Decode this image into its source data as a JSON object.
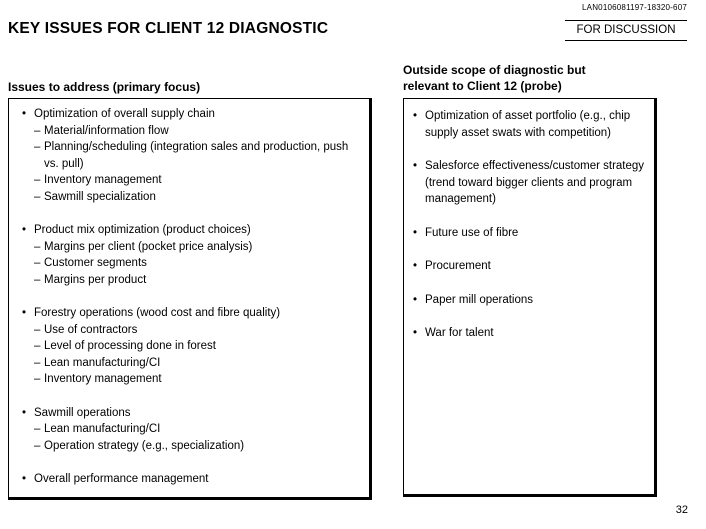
{
  "meta": {
    "doc_id": "LAN0106081197-18320-607",
    "page_number": "32"
  },
  "header": {
    "title": "KEY ISSUES FOR CLIENT 12 DIAGNOSTIC",
    "stamp": "FOR DISCUSSION"
  },
  "glyphs": {
    "bullet": "•",
    "dash": "–"
  },
  "colors": {
    "text": "#000000",
    "background": "#ffffff"
  },
  "columns": {
    "left": {
      "heading": "Issues to address (primary focus)",
      "groups": [
        {
          "title": "Optimization of overall supply chain",
          "subs": [
            "Material/information flow",
            "Planning/scheduling (integration sales and production, push vs. pull)",
            "Inventory management",
            "Sawmill specialization"
          ]
        },
        {
          "title": "Product mix optimization (product choices)",
          "subs": [
            "Margins per client (pocket price analysis)",
            "Customer segments",
            "Margins per product"
          ]
        },
        {
          "title": "Forestry operations (wood cost and fibre quality)",
          "subs": [
            "Use of contractors",
            "Level of processing done in forest",
            "Lean manufacturing/CI",
            "Inventory management"
          ]
        },
        {
          "title": "Sawmill operations",
          "subs": [
            "Lean manufacturing/CI",
            "Operation strategy (e.g., specialization)"
          ]
        },
        {
          "title": "Overall performance management",
          "subs": []
        }
      ]
    },
    "right": {
      "heading": "Outside scope of diagnostic but relevant to Client 12 (probe)",
      "items": [
        "Optimization of asset portfolio (e.g., chip supply asset swats with competition)",
        "Salesforce effectiveness/customer strategy (trend toward bigger clients and program management)",
        "Future use of fibre",
        "Procurement",
        "Paper mill operations",
        "War for talent"
      ]
    }
  }
}
